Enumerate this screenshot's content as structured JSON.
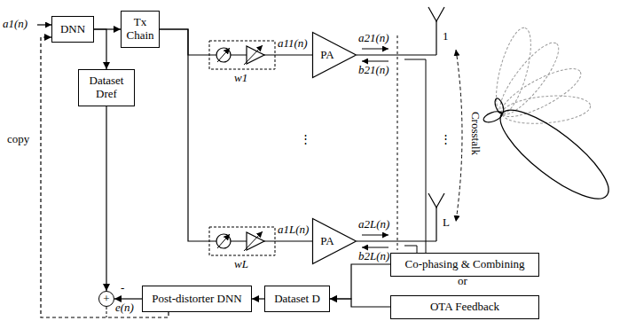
{
  "diagram": {
    "nodes": [
      {
        "text": [
          "DNN"
        ]
      },
      {
        "text": [
          "Tx Chain"
        ]
      },
      {
        "text": [
          "PA"
        ]
      },
      {
        "text": [
          "Dataset Dref"
        ]
      },
      {
        "text": [
          "PA"
        ]
      },
      {
        "text": [
          "+"
        ]
      },
      {
        "text": [
          "Post-distorter DNN"
        ]
      },
      {
        "text": [
          "Dataset D"
        ]
      },
      {
        "text": [
          "Co-phasing & Combining"
        ]
      },
      {
        "text": [
          "OTA Feedback"
        ]
      }
    ],
    "edges": [
      {
        "from": 0,
        "to": 1,
        "arrow": "to"
      },
      {
        "from": 1,
        "to": 2,
        "arrow": "none"
      },
      {
        "from": 0,
        "to": 3,
        "arrow": "to"
      },
      {
        "from": 1,
        "to": 4,
        "arrow": "none"
      },
      {
        "from": 3,
        "to": 5,
        "arrow": "to"
      },
      {
        "from": 6,
        "to": 5,
        "arrow": "to"
      },
      {
        "from": 6,
        "to": 0,
        "arrow": "to",
        "label": "copy"
      },
      {
        "from": 7,
        "to": 6,
        "arrow": "to"
      },
      {
        "from": 8,
        "to": 7,
        "arrow": "to"
      },
      {
        "from": 9,
        "to": 7,
        "arrow": "to"
      }
    ],
    "labels": [
      "a1(n)",
      "w1",
      "a11(n)",
      "a21(n)",
      "b21(n)",
      "1",
      "⋮",
      "⋮",
      "Crosstalk",
      "wL",
      "a1L(n)",
      "a2L(n)",
      "b2L(n)",
      "L",
      "-",
      "e(n)",
      "or"
    ]
  }
}
